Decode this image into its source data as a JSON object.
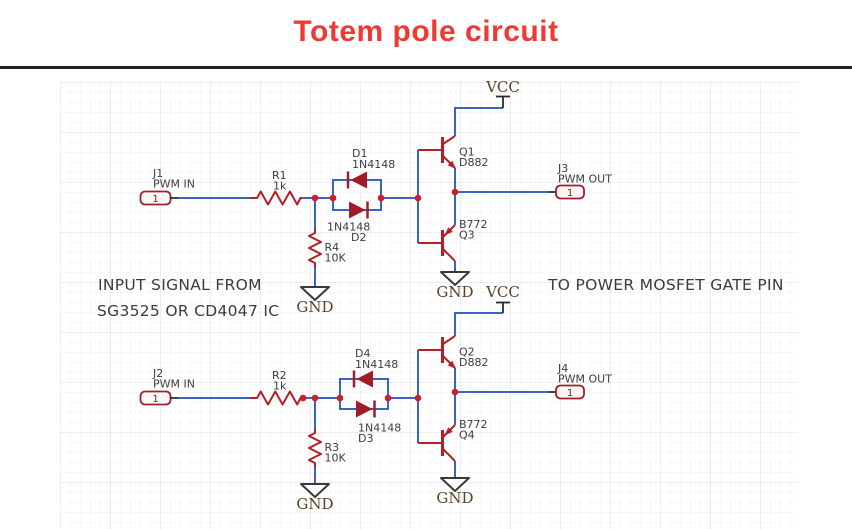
{
  "title": "Totem pole circuit",
  "colors": {
    "title_accent": "#ee3a33",
    "wire": "#3b62c4",
    "component": "#b22028",
    "junction_dot": "#c92026",
    "power_label": "#5a4223",
    "label": "#3d3d3d"
  },
  "power": {
    "vcc": "VCC",
    "gnd": "GND"
  },
  "annotations": {
    "input_note_line1": "INPUT SIGNAL FROM",
    "input_note_line2": "SG3525 OR CD4047 IC",
    "output_note": "TO POWER MOSFET GATE PIN"
  },
  "circuit1": {
    "input_connector": {
      "ref": "J1",
      "label": "PWM IN",
      "pin": "1"
    },
    "series_resistor": {
      "ref": "R1",
      "value": "1k"
    },
    "pulldown_resistor": {
      "ref": "R4",
      "value": "10K"
    },
    "diode_top": {
      "ref": "D1",
      "value": "1N4148"
    },
    "diode_bottom": {
      "ref": "D2",
      "value": "1N4148"
    },
    "npn_transistor": {
      "ref": "Q1",
      "value": "D882"
    },
    "pnp_transistor": {
      "ref": "Q3",
      "value": "B772"
    },
    "output_connector": {
      "ref": "J3",
      "label": "PWM OUT",
      "pin": "1"
    }
  },
  "circuit2": {
    "input_connector": {
      "ref": "J2",
      "label": "PWM IN",
      "pin": "1"
    },
    "series_resistor": {
      "ref": "R2",
      "value": "1k"
    },
    "pulldown_resistor": {
      "ref": "R3",
      "value": "10K"
    },
    "diode_top": {
      "ref": "D4",
      "value": "1N4148"
    },
    "diode_bottom": {
      "ref": "D3",
      "value": "1N4148"
    },
    "npn_transistor": {
      "ref": "Q2",
      "value": "D882"
    },
    "pnp_transistor": {
      "ref": "Q4",
      "value": "B772"
    },
    "output_connector": {
      "ref": "J4",
      "label": "PWM OUT",
      "pin": "1"
    }
  }
}
